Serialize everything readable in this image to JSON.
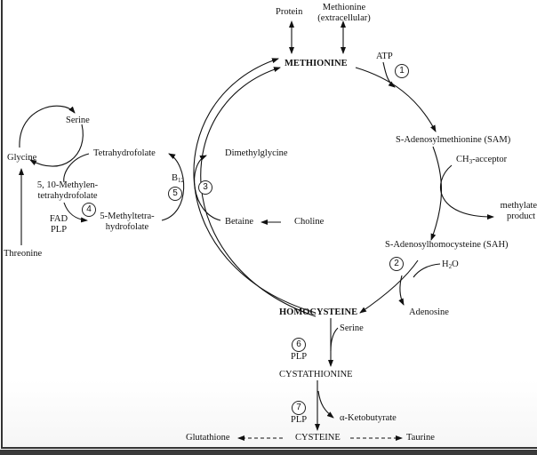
{
  "diagram": {
    "title": "Methionine / homocysteine metabolism pathway",
    "nodes": {
      "protein": "Protein",
      "methionine_ext_1": "Methionine",
      "methionine_ext_2": "(extracellular)",
      "methionine": "METHIONINE",
      "atp": "ATP",
      "sam": "S-Adenosylmethionine (SAM)",
      "ch3_acceptor_pre": "CH",
      "ch3_acceptor_sub": "3",
      "ch3_acceptor_post": "-acceptor",
      "methylated_1": "methylated",
      "methylated_2": "product",
      "sah": "S-Adenosylhomocysteine (SAH)",
      "h2o_pre": "H",
      "h2o_sub": "2",
      "h2o_post": "O",
      "adenosine": "Adenosine",
      "homocysteine": "HOMOCYSTEINE",
      "serine_b": "Serine",
      "plp6": "PLP",
      "cystathionine": "CYSTATHIONINE",
      "plp7": "PLP",
      "ketobutyrate": "α-Ketobutyrate",
      "glutathione": "Glutathione",
      "cysteine": "CYSTEINE",
      "taurine": "Taurine",
      "dimethylglycine": "Dimethylglycine",
      "betaine": "Betaine",
      "choline": "Choline",
      "b12_pre": "B",
      "b12_sub": "12",
      "tetrahydrofolate": "Tetrahydrofolate",
      "methyltetra_1": "5-Methyltetra-",
      "methyltetra_2": "hydrofolate",
      "methylen_1": "5, 10-Methylen-",
      "methylen_2": "tetrahydrofolate",
      "fad": "FAD",
      "plp4": "PLP",
      "serine_a": "Serine",
      "glycine": "Glycine",
      "threonine": "Threonine"
    },
    "enzymes": [
      "1",
      "2",
      "3",
      "4",
      "5",
      "6",
      "7"
    ]
  }
}
